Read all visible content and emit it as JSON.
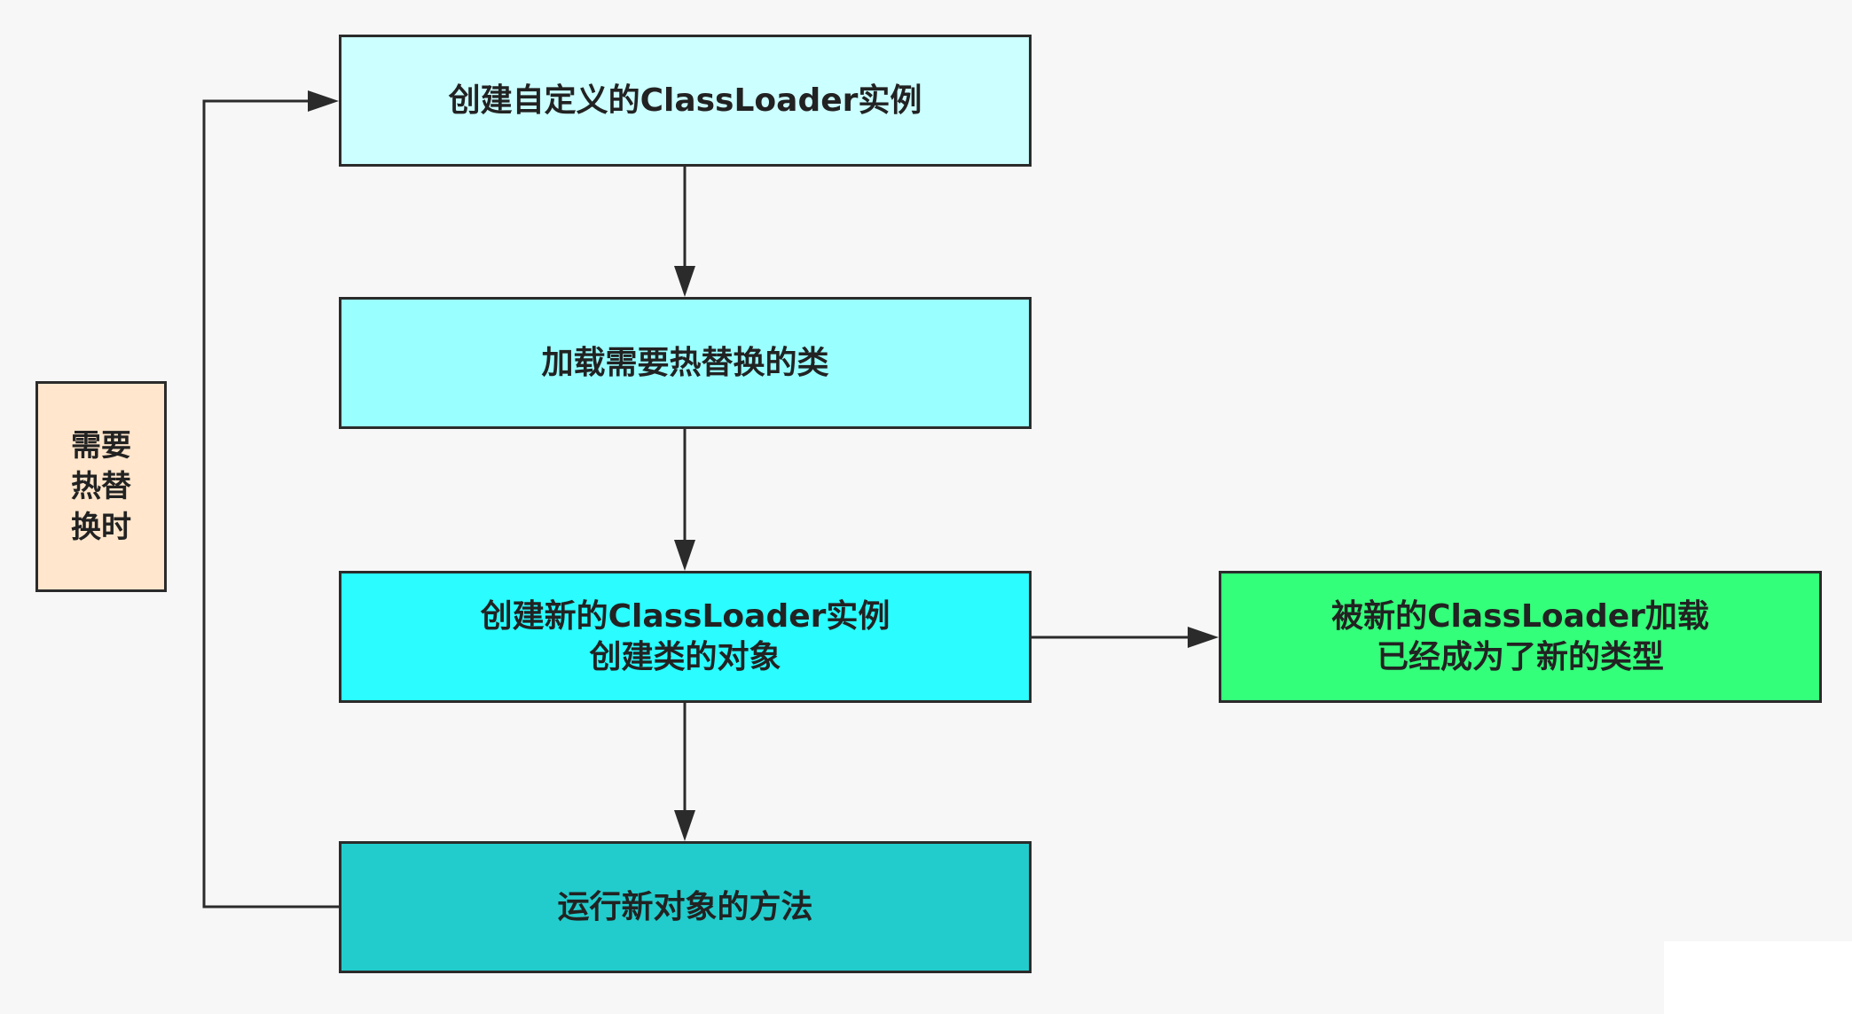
{
  "diagram": {
    "nodes": {
      "create_custom_loader": {
        "text": "创建自定义的ClassLoader实例"
      },
      "load_class": {
        "text": "加载需要热替换的类"
      },
      "create_new_loader": {
        "line1": "创建新的ClassLoader实例",
        "line2": "创建类的对象"
      },
      "run_method": {
        "text": "运行新对象的方法"
      },
      "new_type": {
        "line1": "被新的ClassLoader加载",
        "line2": "已经成为了新的类型"
      },
      "side_note": {
        "line1": "需要",
        "line2": "热替",
        "line3": "换时"
      }
    }
  }
}
